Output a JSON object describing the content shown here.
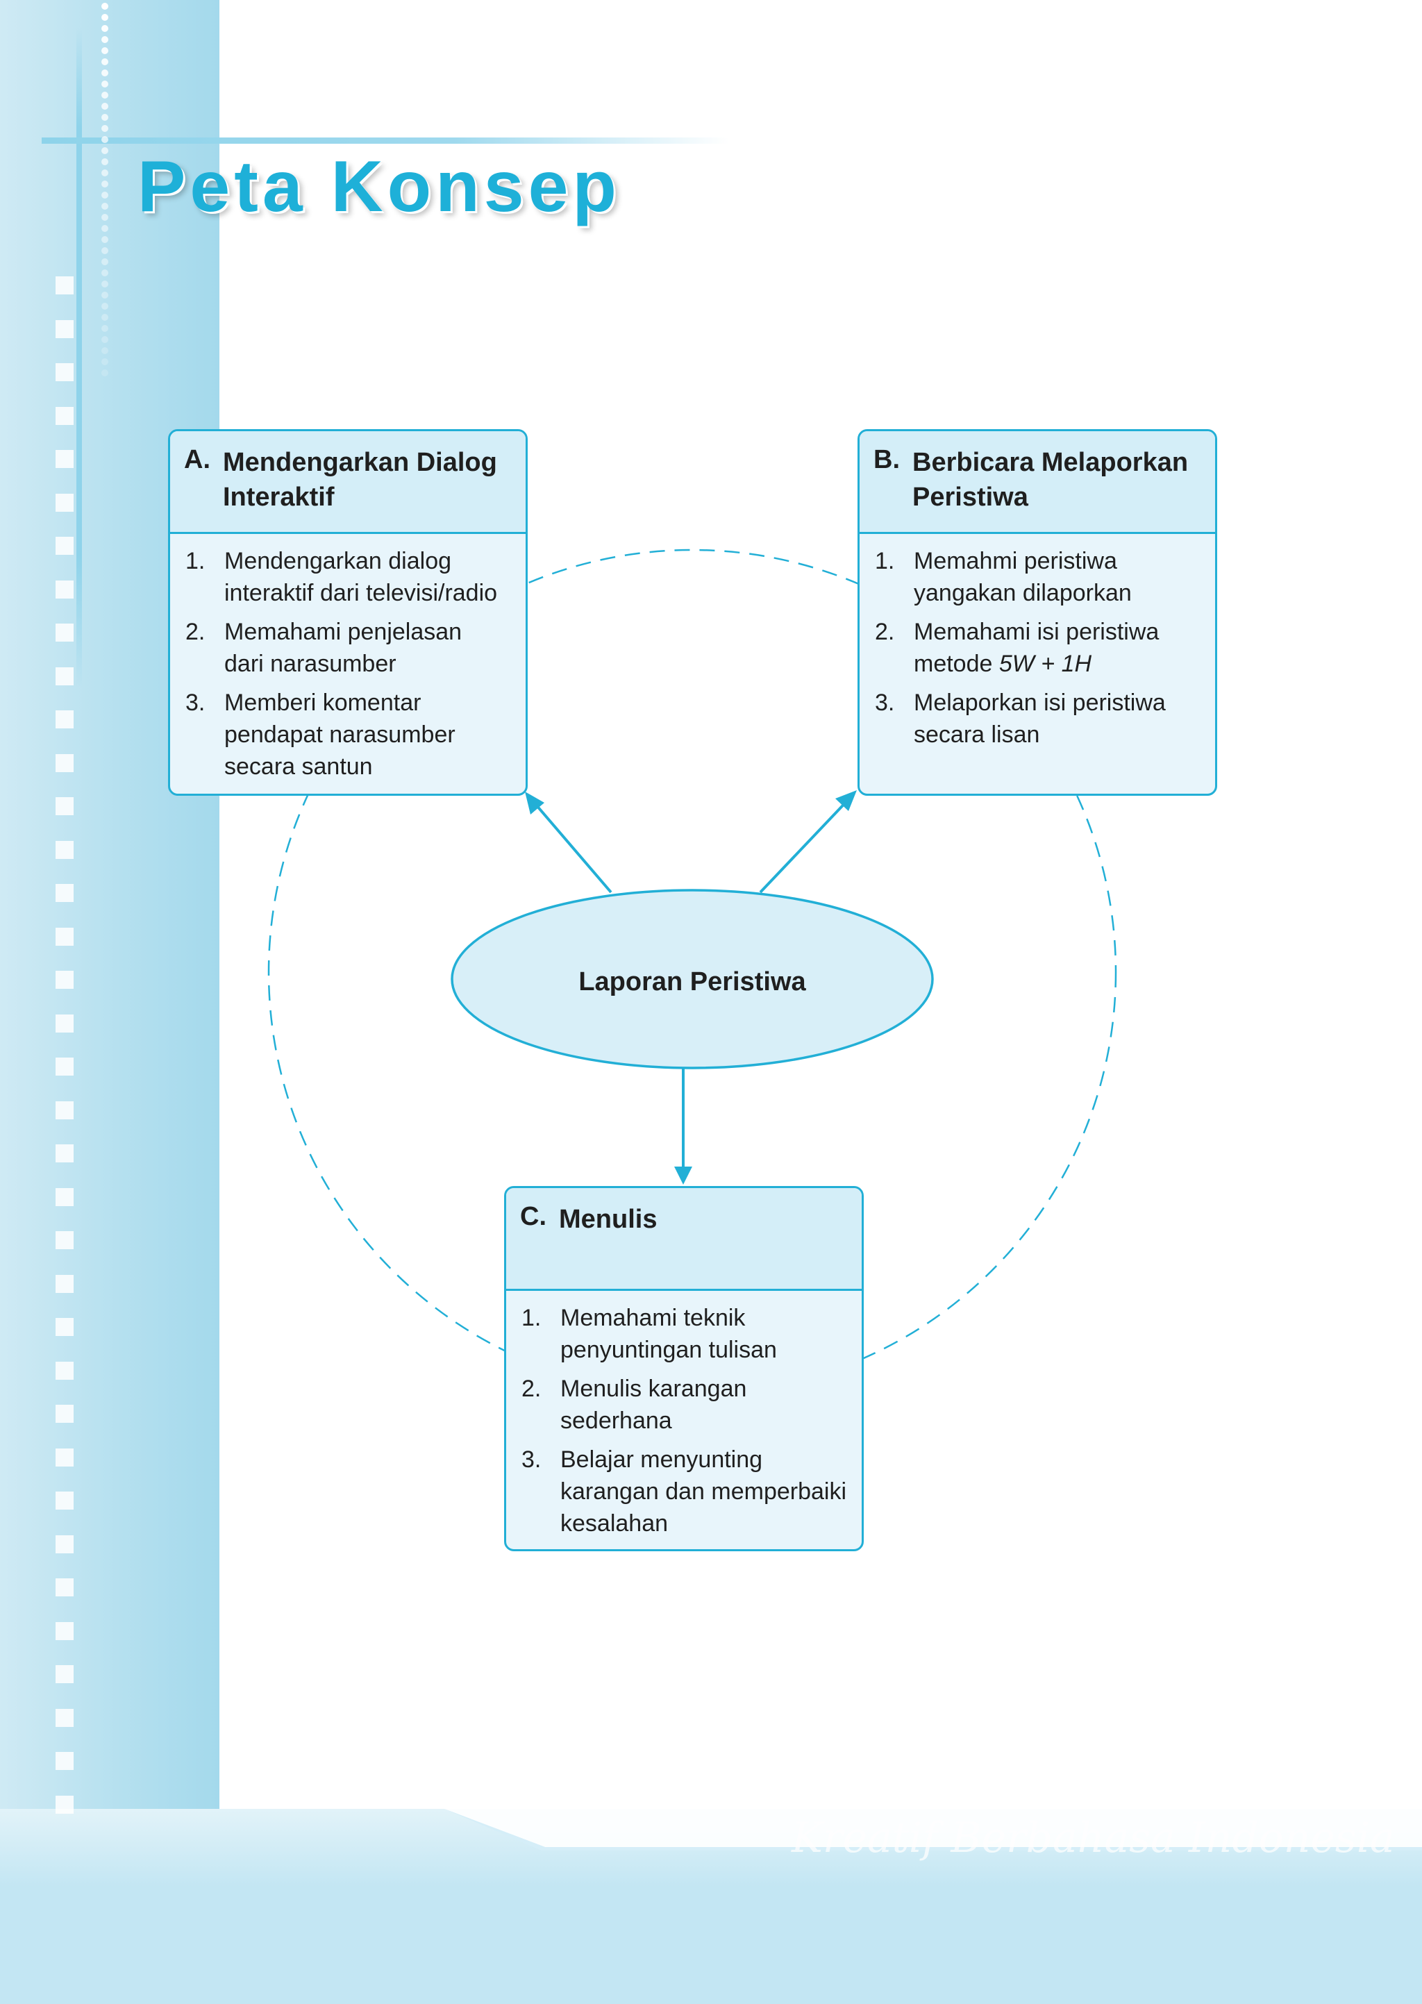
{
  "header": {
    "title": "Peta Konsep"
  },
  "footer": {
    "watermark": "Kreatif Berbahasa Indonesia"
  },
  "diagram": {
    "center": {
      "label": "Laporan  Peristiwa"
    },
    "box_a": {
      "letter": "A.",
      "title": "Mendengarkan Dialog Interaktif",
      "items": [
        {
          "num": "1.",
          "text": "Mendengarkan dialog interaktif dari televisi/radio"
        },
        {
          "num": "2.",
          "text": "Memahami penjelasan dari narasumber"
        },
        {
          "num": "3.",
          "text": "Memberi komentar pendapat narasumber secara santun"
        }
      ]
    },
    "box_b": {
      "letter": "B.",
      "title": "Berbicara Melaporkan Peristiwa",
      "items": [
        {
          "num": "1.",
          "text": "Memahmi peristiwa yangakan dilaporkan"
        },
        {
          "num": "2.",
          "text": "Memahami isi peristiwa metode",
          "emph": "5W + 1H"
        },
        {
          "num": "3.",
          "text": "Melaporkan isi peristiwa secara lisan"
        }
      ]
    },
    "box_c": {
      "letter": "C.",
      "title": "Menulis",
      "items": [
        {
          "num": "1.",
          "text": "Memahami teknik penyuntingan tulisan"
        },
        {
          "num": "2.",
          "text": "Menulis karangan sederhana"
        },
        {
          "num": "3.",
          "text": "Belajar menyunting karangan dan memperbaiki kesalahan"
        }
      ]
    },
    "colors": {
      "accent": "#22afd6",
      "box_fill": "#e8f5fb",
      "head_fill": "#d4eef8",
      "ellipse_fill": "#d8eff8"
    }
  }
}
